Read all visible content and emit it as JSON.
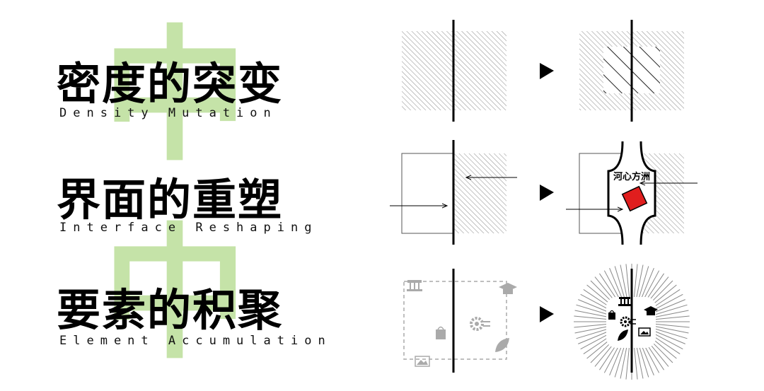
{
  "background_character": "中",
  "rows": [
    {
      "title": "密度的突变",
      "subtitle": "Density Mutation"
    },
    {
      "title": "界面的重塑",
      "subtitle": "Interface Reshaping"
    },
    {
      "title": "要素的积聚",
      "subtitle": "Element Accumulation"
    }
  ],
  "diagram_labels": {
    "riverbank_island": "河心方洲"
  },
  "colors": {
    "background_character": "#c5e3a8",
    "hatch": "#9a9a9a",
    "accent_square": "#e01e1e",
    "ink": "#000000"
  },
  "icons": [
    "pavilion-icon",
    "graduation-cap-icon",
    "shopping-bag-icon",
    "gear-icon",
    "picture-icon",
    "leaf-icon",
    "arrow-right-icon"
  ]
}
